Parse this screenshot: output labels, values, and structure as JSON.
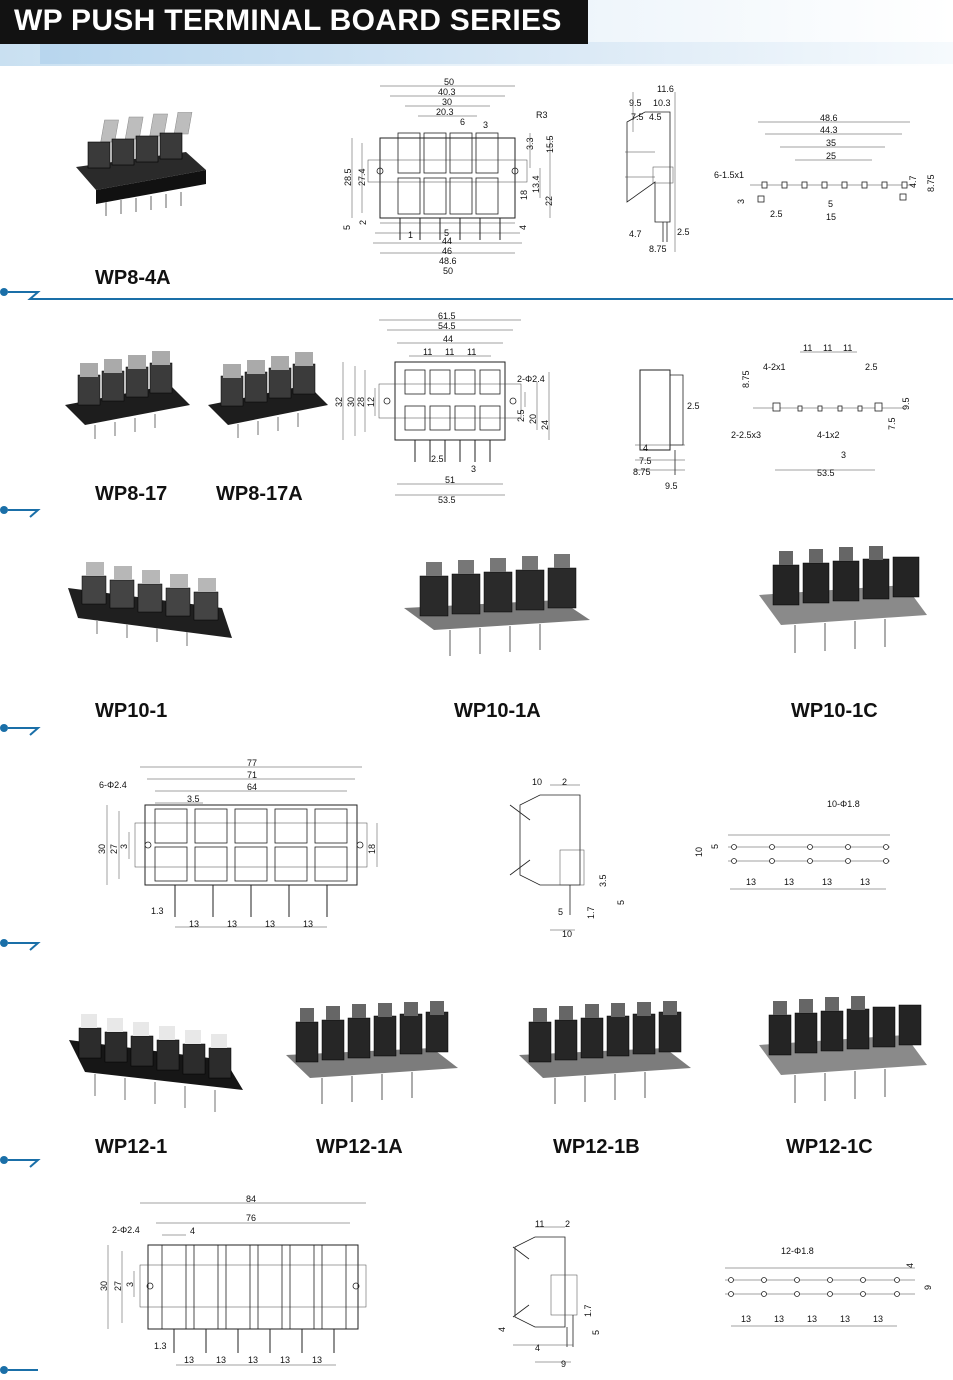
{
  "header": {
    "title": "WP PUSH TERMINAL BOARD SERIES"
  },
  "colors": {
    "accent": "#1a6fa8",
    "dark": "#121212",
    "header_light": "#c9e0f1"
  },
  "models": {
    "wp8_4a": "WP8-4A",
    "wp8_17": "WP8-17",
    "wp8_17a": "WP8-17A",
    "wp10_1": "WP10-1",
    "wp10_1a": "WP10-1A",
    "wp10_1c": "WP10-1C",
    "wp12_1": "WP12-1",
    "wp12_1a": "WP12-1A",
    "wp12_1b": "WP12-1B",
    "wp12_1c": "WP12-1C"
  },
  "dims": {
    "wp8_4a_front": [
      "50",
      "40.3",
      "30",
      "20.3",
      "6",
      "3",
      "R3",
      "3.3",
      "15.5",
      "28.5",
      "27.4",
      "18",
      "13.4",
      "22",
      "5",
      "2",
      "4",
      "5",
      "1",
      "44",
      "46",
      "48.6",
      "50"
    ],
    "wp8_4a_side": [
      "11.6",
      "9.5",
      "10.3",
      "7.5",
      "4.5",
      "4.7",
      "2.5",
      "8.75"
    ],
    "wp8_4a_pcb": [
      "48.6",
      "44.3",
      "35",
      "25",
      "6-1.5x1",
      "4.7",
      "8.75",
      "3",
      "2.5",
      "5",
      "15"
    ],
    "wp8_17_front": [
      "61.5",
      "54.5",
      "44",
      "11",
      "11",
      "11",
      "2-Φ2.4",
      "32",
      "30",
      "28",
      "12",
      "2.5",
      "20",
      "24",
      "2.5",
      "3",
      "51",
      "53.5"
    ],
    "wp8_17_side": [
      "2.5",
      "4",
      "7.5",
      "8.75",
      "9.5"
    ],
    "wp8_17_pcb": [
      "11",
      "11",
      "11",
      "4-2x1",
      "8.75",
      "2.5",
      "9.5",
      "2-2.5x3",
      "4-1x2",
      "7.5",
      "3",
      "53.5"
    ],
    "wp10_front": [
      "77",
      "71",
      "64",
      "6-Φ2.4",
      "3.5",
      "30",
      "27",
      "3",
      "18",
      "1.3",
      "13",
      "13",
      "13",
      "13"
    ],
    "wp10_side": [
      "10",
      "2",
      "3.5",
      "5",
      "1.7",
      "5",
      "10"
    ],
    "wp10_pcb": [
      "10-Φ1.8",
      "10",
      "5",
      "13",
      "13",
      "13",
      "13"
    ],
    "wp12_front": [
      "84",
      "76",
      "2-Φ2.4",
      "4",
      "30",
      "27",
      "3",
      "1.3",
      "13",
      "13",
      "13",
      "13",
      "13"
    ],
    "wp12_side": [
      "11",
      "2",
      "1.7",
      "5",
      "4",
      "4",
      "9"
    ],
    "wp12_pcb": [
      "12-Φ1.8",
      "4",
      "9",
      "13",
      "13",
      "13",
      "13",
      "13"
    ]
  }
}
